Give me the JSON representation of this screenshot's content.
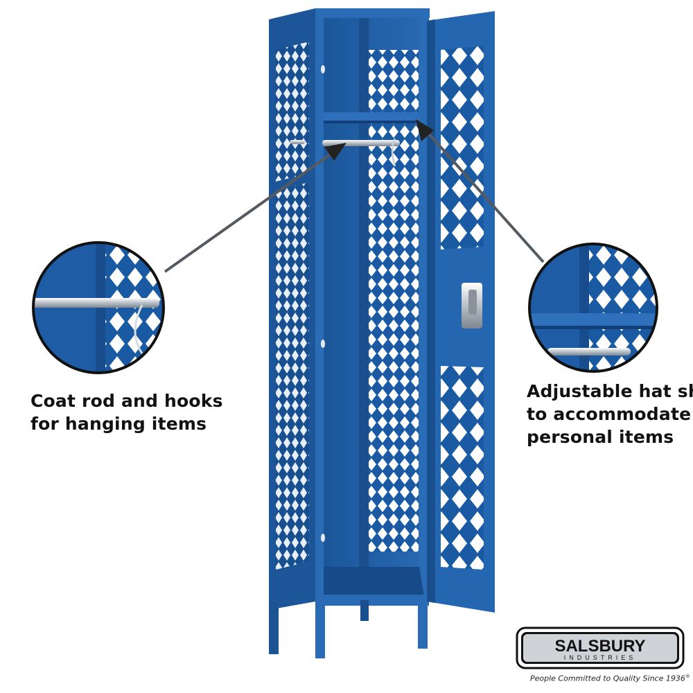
{
  "callouts": {
    "coat_rod": {
      "line1": "Coat rod and hooks",
      "line2": "for hanging items"
    },
    "hat_shelf": {
      "line1": "Adjustable hat shelf",
      "line2": "to accommodate",
      "line3": "personal items"
    }
  },
  "brand": {
    "name": "SALSBURY",
    "sub": "INDUSTRIES",
    "tagline": "People Committed to Quality Since 1936",
    "registered": "®"
  },
  "colors": {
    "locker_blue": "#1f5fa8",
    "locker_dark": "#123f78",
    "locker_light": "#3d7fc7",
    "mesh_hole": "#ffffff",
    "chrome": "#c9cfd6"
  },
  "icons": {
    "left_detail": "coat-rod-detail-icon",
    "right_detail": "hat-shelf-detail-icon",
    "logo": "salsbury-logo"
  }
}
